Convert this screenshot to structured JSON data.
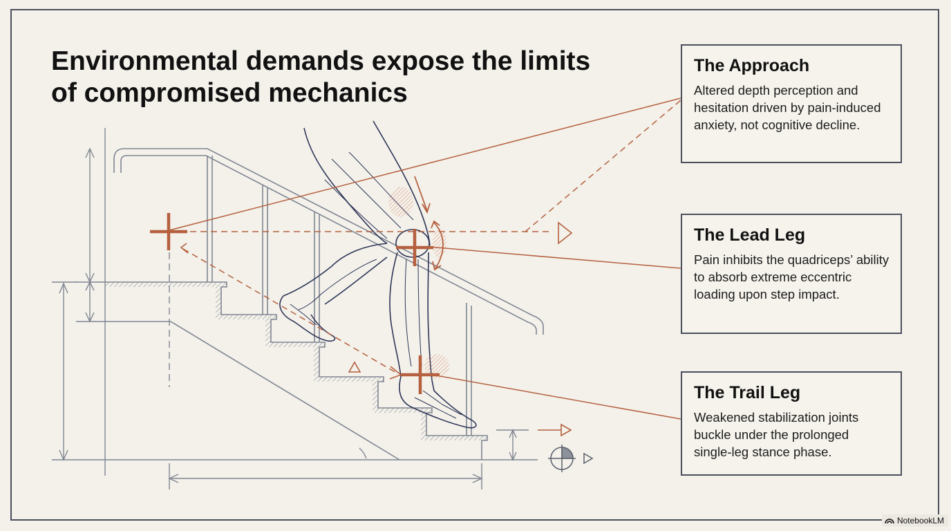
{
  "title": "Environmental demands expose the limits of compromised mechanics",
  "callouts": [
    {
      "title": "The Approach",
      "body": "Altered depth perception and hesitation driven by pain-induced anxiety, not cognitive decline."
    },
    {
      "title": "The Lead Leg",
      "body": "Pain inhibits the quadriceps’ ability to absorb extreme eccentric loading upon step impact."
    },
    {
      "title": "The Trail Leg",
      "body": "Weakened stabilization joints buckle under the prolonged single-leg stance phase."
    }
  ],
  "badge": {
    "label": "NotebookLM",
    "icon": "notebooklm-logo-icon"
  },
  "colors": {
    "accent": "#b5603f",
    "line": "#7f8591",
    "ink": "#111111"
  }
}
